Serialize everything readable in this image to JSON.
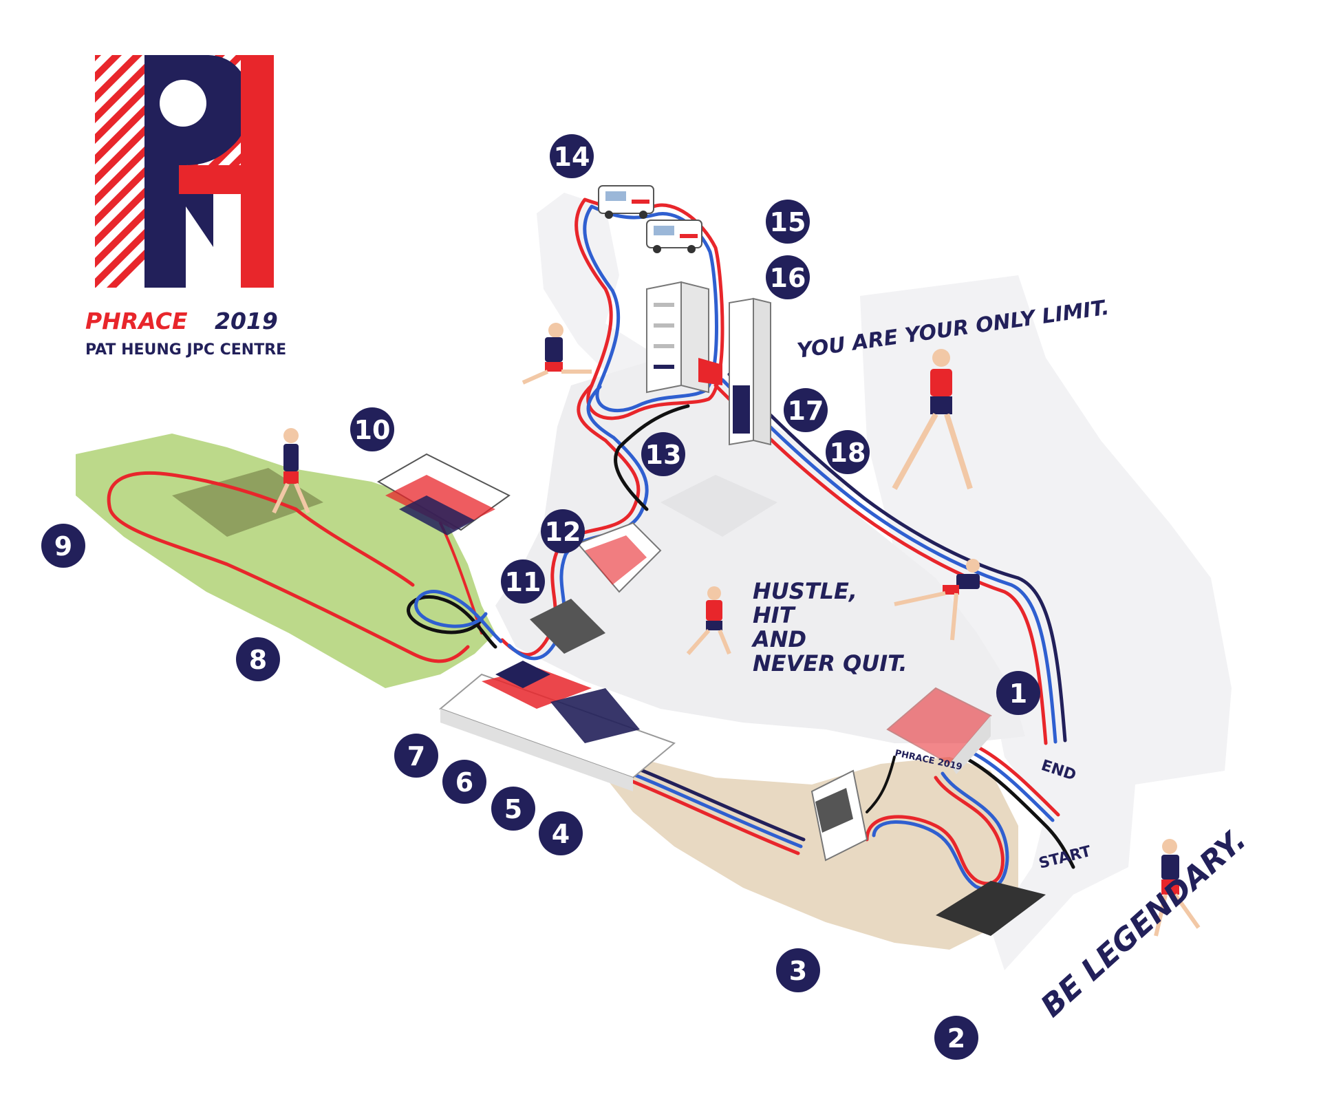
{
  "brand": {
    "event_name": "PHRACE",
    "year": "2019",
    "venue": "PAT HEUNG JPC CENTRE"
  },
  "slogans": {
    "limit": "YOU ARE YOUR ONLY LIMIT.",
    "hustle": [
      "HUSTLE,",
      "HIT",
      "AND",
      "NEVER QUIT."
    ],
    "legendary": "BE LEGENDARY."
  },
  "course": {
    "start_label": "START",
    "end_label": "END"
  },
  "obstacles": {
    "wall_sign": "PHRACE 2019"
  },
  "station_markers": [
    "1",
    "2",
    "3",
    "4",
    "5",
    "6",
    "7",
    "8",
    "9",
    "10",
    "11",
    "12",
    "13",
    "14",
    "15",
    "16",
    "17",
    "18"
  ],
  "colors": {
    "navy": "#22205a",
    "red": "#e8262b",
    "blue": "#2f5fd0",
    "grass": "#bcd98a",
    "sand": "#e8d9c2",
    "pavement": "#efeff1"
  }
}
